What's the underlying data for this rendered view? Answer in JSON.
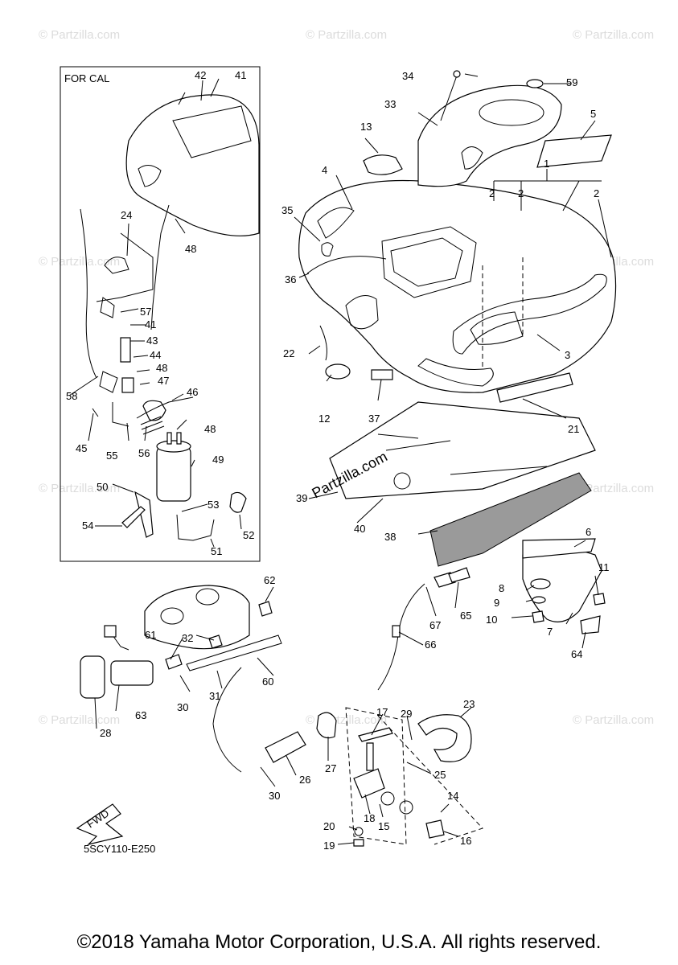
{
  "diagram": {
    "inset_title": "FOR CAL",
    "figure_code": "5SCY110-E250",
    "fwd_label": "FWD",
    "watermark_text": "© Partzilla.com",
    "center_watermark": "Partzilla.com",
    "callouts": [
      "1",
      "2",
      "2",
      "2",
      "3",
      "4",
      "5",
      "6",
      "7",
      "8",
      "9",
      "10",
      "11",
      "12",
      "13",
      "14",
      "15",
      "16",
      "17",
      "18",
      "19",
      "20",
      "21",
      "22",
      "23",
      "24",
      "25",
      "26",
      "27",
      "28",
      "29",
      "30",
      "30",
      "31",
      "32",
      "33",
      "34",
      "35",
      "36",
      "37",
      "38",
      "39",
      "40",
      "41",
      "41",
      "42",
      "43",
      "44",
      "45",
      "46",
      "47",
      "48",
      "48",
      "48",
      "49",
      "50",
      "51",
      "52",
      "53",
      "54",
      "55",
      "56",
      "57",
      "58",
      "59",
      "60",
      "61",
      "62",
      "63",
      "64",
      "65",
      "66",
      "67"
    ]
  },
  "footer": {
    "copyright": "©2018 Yamaha Motor Corporation, U.S.A. All rights reserved."
  }
}
